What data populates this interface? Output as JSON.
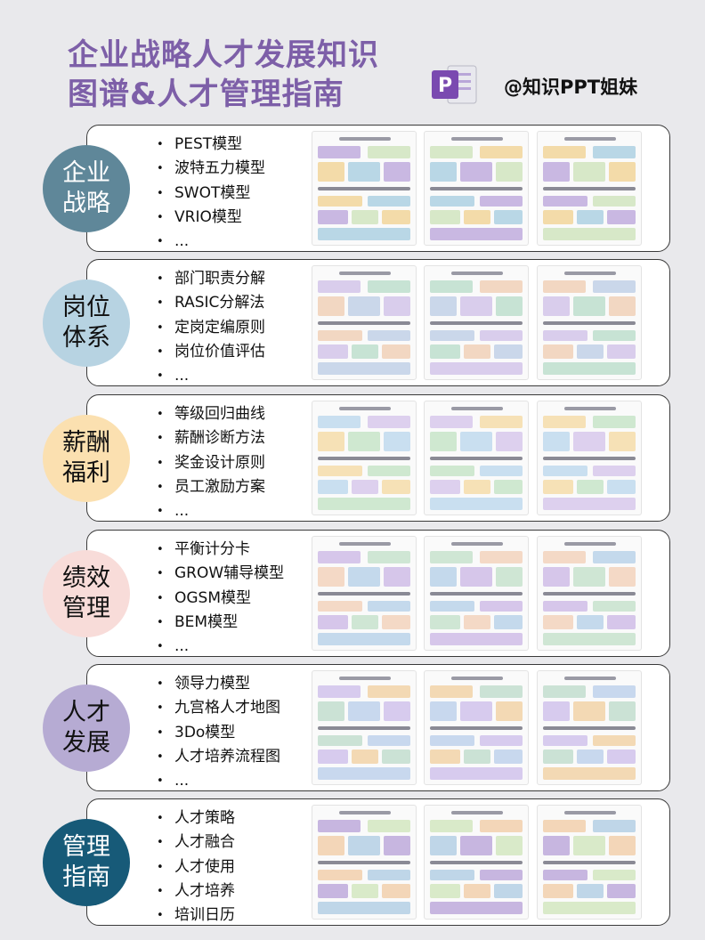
{
  "header": {
    "title_line1": "企业战略人才发展知识",
    "title_line2": "图谱&人才管理指南",
    "brand": "@知识PPT姐妹",
    "logo_letter": "P"
  },
  "colors": {
    "title": "#7d5fa8",
    "strategy_circle": "#5f8799",
    "position_circle": "#b7d3e2",
    "salary_circle": "#fbe0b0",
    "performance_circle": "#f8dcd9",
    "talent_circle": "#b6abd3",
    "guide_circle": "#175a78"
  },
  "sections": [
    {
      "label_line1": "企业",
      "label_line2": "战略",
      "items": [
        "PEST模型",
        "波特五力模型",
        "SWOT模型",
        "VRIO模型",
        "..."
      ]
    },
    {
      "label_line1": "岗位",
      "label_line2": "体系",
      "items": [
        "部门职责分解",
        "RASIC分解法",
        "定岗定编原则",
        "岗位价值评估",
        "..."
      ]
    },
    {
      "label_line1": "薪酬",
      "label_line2": "福利",
      "items": [
        "等级回归曲线",
        "薪酬诊断方法",
        "奖金设计原则",
        "员工激励方案",
        "..."
      ]
    },
    {
      "label_line1": "绩效",
      "label_line2": "管理",
      "items": [
        "平衡计分卡",
        "GROW辅导模型",
        "OGSM模型",
        "BEM模型",
        "..."
      ]
    },
    {
      "label_line1": "人才",
      "label_line2": "发展",
      "items": [
        "领导力模型",
        "九宫格人才地图",
        "3Do模型",
        "人才培养流程图",
        "..."
      ]
    },
    {
      "label_line1": "管理",
      "label_line2": "指南",
      "items": [
        "人才策略",
        "人才融合",
        "人才使用",
        "人才培养",
        "培训日历"
      ]
    }
  ]
}
